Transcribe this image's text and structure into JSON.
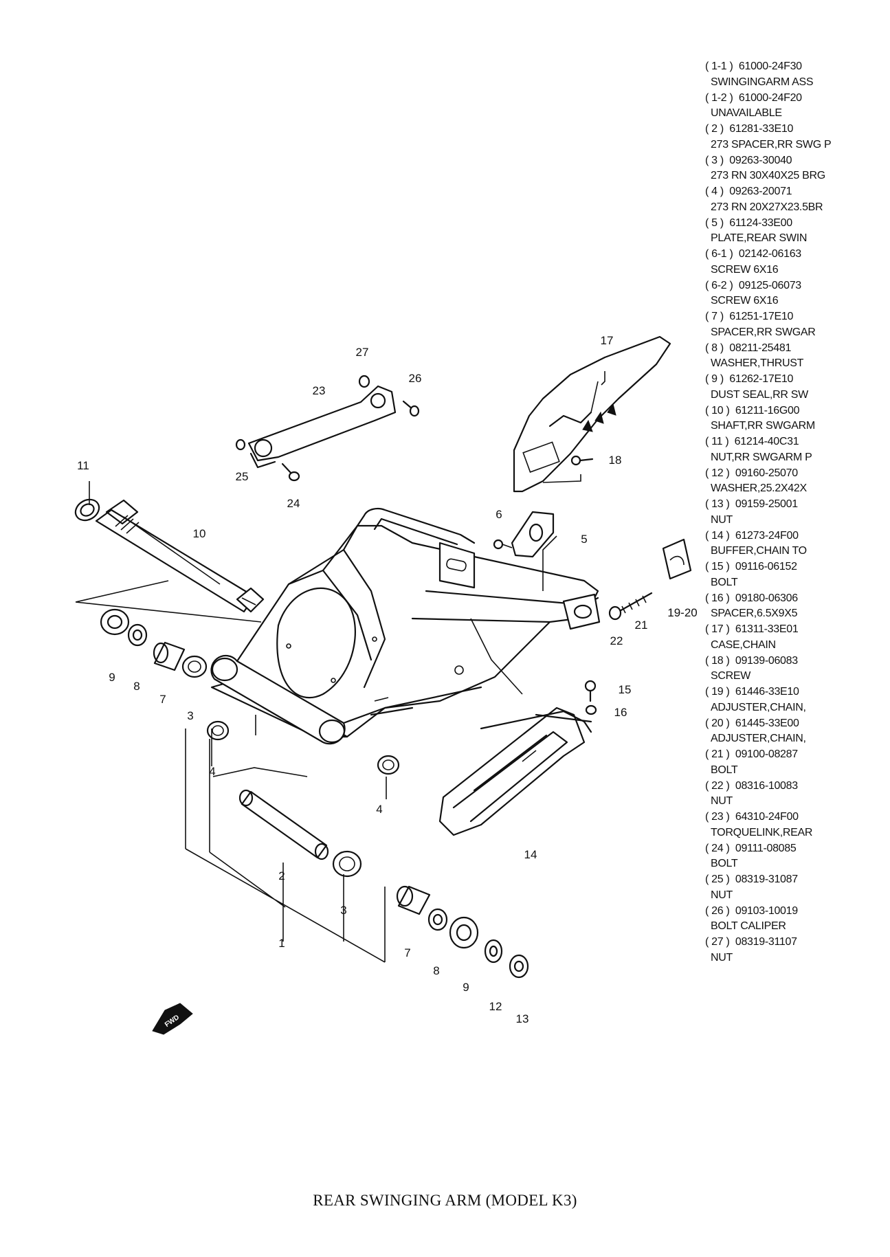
{
  "caption": "REAR SWINGING ARM (MODEL K3)",
  "fwd_label": "FWD",
  "parts": [
    {
      "ref": "( 1-1 )",
      "number": "61000-24F30",
      "description": "SWINGINGARM ASS"
    },
    {
      "ref": "( 1-2 )",
      "number": "61000-24F20",
      "description": "UNAVAILABLE"
    },
    {
      "ref": "( 2 )",
      "number": "61281-33E10",
      "description": "273 SPACER,RR SWG P"
    },
    {
      "ref": "( 3 )",
      "number": "09263-30040",
      "description": "273 RN 30X40X25 BRG"
    },
    {
      "ref": "( 4 )",
      "number": "09263-20071",
      "description": "273 RN 20X27X23.5BR"
    },
    {
      "ref": "( 5 )",
      "number": "61124-33E00",
      "description": "PLATE,REAR SWIN"
    },
    {
      "ref": "( 6-1 )",
      "number": "02142-06163",
      "description": "SCREW 6X16"
    },
    {
      "ref": "( 6-2 )",
      "number": "09125-06073",
      "description": "SCREW 6X16"
    },
    {
      "ref": "( 7 )",
      "number": "61251-17E10",
      "description": "SPACER,RR SWGAR"
    },
    {
      "ref": "( 8 )",
      "number": "08211-25481",
      "description": "WASHER,THRUST"
    },
    {
      "ref": "( 9 )",
      "number": "61262-17E10",
      "description": "DUST SEAL,RR SW"
    },
    {
      "ref": "( 10 )",
      "number": "61211-16G00",
      "description": "SHAFT,RR SWGARM"
    },
    {
      "ref": "( 11 )",
      "number": "61214-40C31",
      "description": "NUT,RR SWGARM P"
    },
    {
      "ref": "( 12 )",
      "number": "09160-25070",
      "description": "WASHER,25.2X42X"
    },
    {
      "ref": "( 13 )",
      "number": "09159-25001",
      "description": "NUT"
    },
    {
      "ref": "( 14 )",
      "number": "61273-24F00",
      "description": "BUFFER,CHAIN TO"
    },
    {
      "ref": "( 15 )",
      "number": "09116-06152",
      "description": "BOLT"
    },
    {
      "ref": "( 16 )",
      "number": "09180-06306",
      "description": "SPACER,6.5X9X5"
    },
    {
      "ref": "( 17 )",
      "number": "61311-33E01",
      "description": "CASE,CHAIN"
    },
    {
      "ref": "( 18 )",
      "number": "09139-06083",
      "description": "SCREW"
    },
    {
      "ref": "( 19 )",
      "number": "61446-33E10",
      "description": "ADJUSTER,CHAIN,"
    },
    {
      "ref": "( 20 )",
      "number": "61445-33E00",
      "description": "ADJUSTER,CHAIN,"
    },
    {
      "ref": "( 21 )",
      "number": "09100-08287",
      "description": "BOLT"
    },
    {
      "ref": "( 22 )",
      "number": "08316-10083",
      "description": "NUT"
    },
    {
      "ref": "( 23 )",
      "number": "64310-24F00",
      "description": "TORQUELINK,REAR"
    },
    {
      "ref": "( 24 )",
      "number": "09111-08085",
      "description": "BOLT"
    },
    {
      "ref": "( 25 )",
      "number": "08319-31087",
      "description": "NUT"
    },
    {
      "ref": "( 26 )",
      "number": "09103-10019",
      "description": "BOLT CALIPER"
    },
    {
      "ref": "( 27 )",
      "number": "08319-31107",
      "description": "NUT"
    }
  ],
  "callouts": [
    "1",
    "2",
    "3",
    "3",
    "4",
    "4",
    "5",
    "6",
    "7",
    "7",
    "8",
    "8",
    "9",
    "9",
    "10",
    "11",
    "12",
    "13",
    "14",
    "15",
    "16",
    "17",
    "18",
    "19-20",
    "21",
    "22",
    "23",
    "24",
    "25",
    "26",
    "27"
  ]
}
